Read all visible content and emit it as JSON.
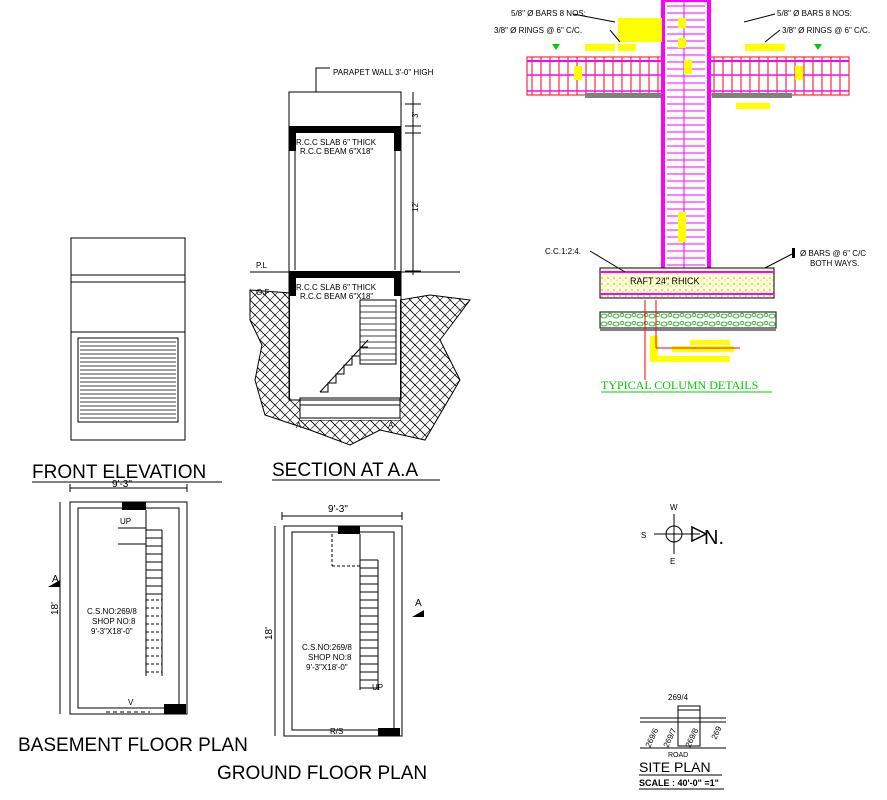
{
  "titles": {
    "front_elevation": "FRONT ELEVATION",
    "section": "SECTION AT A.A",
    "basement": "BASEMENT FLOOR PLAN",
    "ground": "GROUND FLOOR PLAN",
    "site": "SITE PLAN",
    "site_scale": "SCALE : 40'-0\" =1\"",
    "column": "TYPICAL COLUMN DETAILS"
  },
  "section": {
    "parapet": "PARAPET WALL 3'-0\" HIGH",
    "slab_top": "R.C.C SLAB 6\" THICK",
    "beam_top": "R.C.C BEAM 6\"X18\"",
    "slab_mid": "R.C.C SLAB 6\" THICK",
    "beam_mid": "R.C.C BEAM 6\"X18\"",
    "dim_3": "3'",
    "dim_12": "12'",
    "pl": "P.L",
    "gf": "G.F",
    "a_left": "A",
    "a_right": "A"
  },
  "basement": {
    "width_dim": "9'-3\"",
    "height_dim": "18'",
    "up": "UP",
    "v": "V",
    "cs_no": "C.S.NO:269/8",
    "shop": "SHOP NO:8",
    "size": "9'-3\"X18'-0\"",
    "section_mark": "A"
  },
  "ground": {
    "width_dim": "9'-3\"",
    "height_dim": "18'",
    "up": "UP",
    "rs": "R/S",
    "cs_no": "C.S.NO:269/8",
    "shop": "SHOP NO:8",
    "size": "9'-3\"X18'-0\"",
    "section_mark": "A"
  },
  "compass": {
    "w": "W",
    "s": "S",
    "e": "E",
    "n": "N."
  },
  "site": {
    "top": "269/4",
    "p1": "269/6",
    "p2": "269/7",
    "p3": "269/8",
    "p4": "269",
    "road": "ROAD"
  },
  "column": {
    "bars_left": "5/8\"  Ø BARS 8 NOS:",
    "rings_left": "3/8\" Ø RINGS @ 6\" C/C.",
    "bars_right": "5/8\"  Ø BARS 8 NOS:",
    "rings_right": "3/8\" Ø RINGS @ 6\" C/C.",
    "cc": "C.C.1:2:4.",
    "raft": "RAFT 24\" RHICK",
    "bars_both1": "Ø BARS @ 6\" C/C",
    "bars_both2": "BOTH WAYS."
  },
  "colors": {
    "magenta": "#ff00ff",
    "yellow": "#ffff00",
    "red": "#ff0000",
    "green": "#00cc00",
    "gray": "#808080"
  }
}
